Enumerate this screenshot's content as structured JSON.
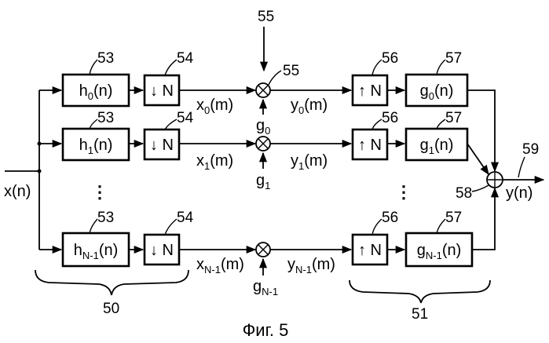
{
  "diagram": {
    "input_label": {
      "main": "x(n)",
      "sub": ""
    },
    "output_label": {
      "main": "y(n)",
      "sub": ""
    },
    "labels": {
      "analysis_block": "53",
      "downsampler": "54",
      "multiplier_pointer": "55",
      "multiplier": "55",
      "upsampler": "56",
      "synthesis_block": "57",
      "summing_junction": "58",
      "output": "59",
      "analysis_bank": "50",
      "synthesis_bank": "51"
    },
    "rows": [
      {
        "h": {
          "main": "h",
          "sub": "0",
          "tail": "(n)"
        },
        "down": "↓ N",
        "x": {
          "main": "x",
          "sub": "0",
          "tail": "(m)"
        },
        "g_gain": {
          "main": "g",
          "sub": "0"
        },
        "y": {
          "main": "y",
          "sub": "0",
          "tail": "(m)"
        },
        "up": "↑ N",
        "g_filter": {
          "main": "g",
          "sub": "0",
          "tail": "(n)"
        }
      },
      {
        "h": {
          "main": "h",
          "sub": "1",
          "tail": "(n)"
        },
        "down": "↓ N",
        "x": {
          "main": "x",
          "sub": "1",
          "tail": "(m)"
        },
        "g_gain": {
          "main": "g",
          "sub": "1"
        },
        "y": {
          "main": "y",
          "sub": "1",
          "tail": "(m)"
        },
        "up": "↑ N",
        "g_filter": {
          "main": "g",
          "sub": "1",
          "tail": "(n)"
        }
      },
      {
        "h": {
          "main": "h",
          "sub": "N-1",
          "tail": "(n)"
        },
        "down": "↓ N",
        "x": {
          "main": "x",
          "sub": "N-1",
          "tail": "(m)"
        },
        "g_gain": {
          "main": "g",
          "sub": "N-1"
        },
        "y": {
          "main": "y",
          "sub": "N-1",
          "tail": "(m)"
        },
        "up": "↑ N",
        "g_filter": {
          "main": "g",
          "sub": "N-1",
          "tail": "(n)"
        }
      }
    ],
    "ellipsis": "⋮",
    "multiply_symbol": "⊗",
    "sum_symbol": "⊕",
    "caption": "Фиг. 5"
  }
}
